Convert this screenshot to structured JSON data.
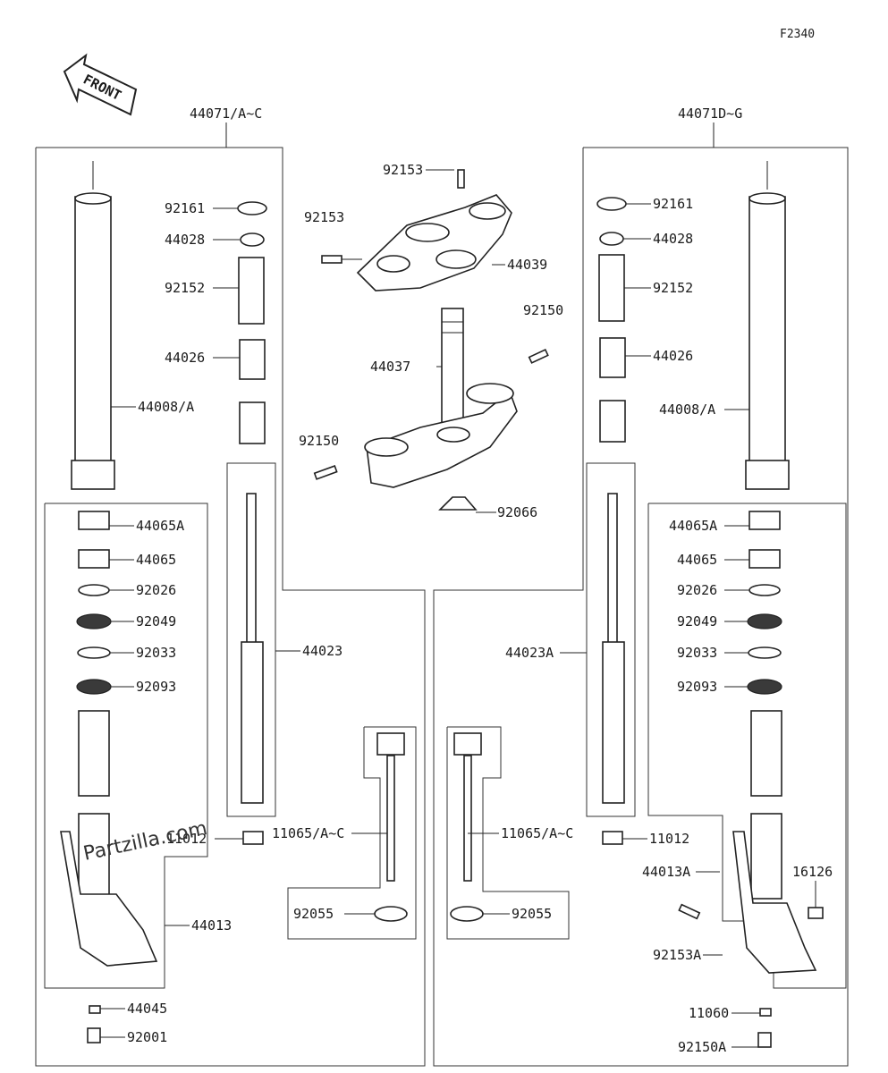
{
  "figure_id": "F2340",
  "front_label": "FRONT",
  "watermark": "Partzilla.com",
  "labels": {
    "a_44071_AC": "44071/A~C",
    "a_44071_DG": "44071D~G",
    "p92153_top": "92153",
    "p92153_left": "92153",
    "p44039": "44039",
    "p92150_r": "92150",
    "p44037": "44037",
    "p92150_l": "92150",
    "p92066": "92066",
    "L_92161": "92161",
    "L_44028": "44028",
    "L_92152": "92152",
    "L_44026": "44026",
    "L_44008": "44008/A",
    "L_44065A": "44065A",
    "L_44065": "44065",
    "L_92026": "92026",
    "L_92049": "92049",
    "L_92033": "92033",
    "L_92093": "92093",
    "L_44023": "44023",
    "L_11012": "11012",
    "L_11065": "11065/A~C",
    "L_92055": "92055",
    "L_44013": "44013",
    "L_44045": "44045",
    "L_92001": "92001",
    "R_92161": "92161",
    "R_44028": "44028",
    "R_92152": "92152",
    "R_44026": "44026",
    "R_44008": "44008/A",
    "R_44065A": "44065A",
    "R_44065": "44065",
    "R_92026": "92026",
    "R_92049": "92049",
    "R_92033": "92033",
    "R_92093": "92093",
    "R_44023A": "44023A",
    "R_11012": "11012",
    "R_11065": "11065/A~C",
    "R_92055": "92055",
    "R_44013A": "44013A",
    "R_16126": "16126",
    "R_92153A": "92153A",
    "R_11060": "11060",
    "R_92150A": "92150A"
  }
}
